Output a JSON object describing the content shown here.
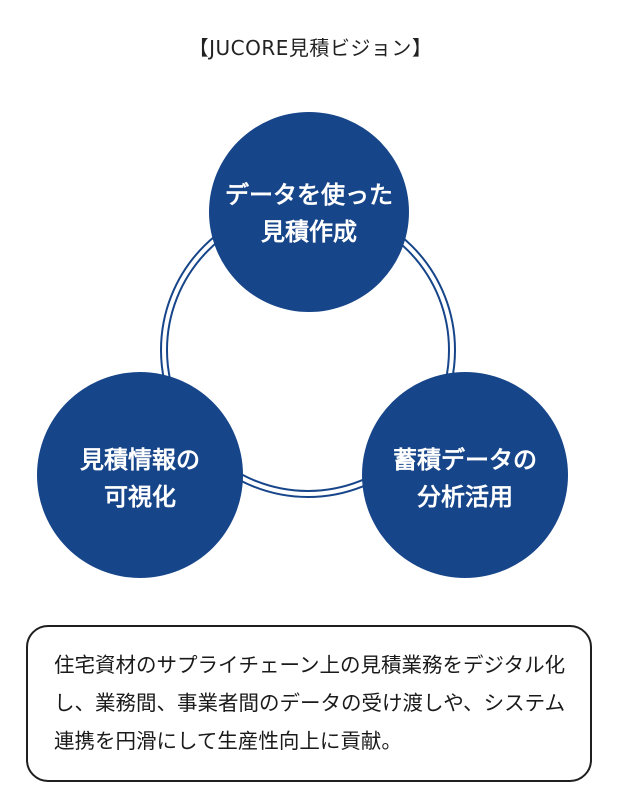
{
  "title": "【JUCORE見積ビジョン】",
  "colors": {
    "circle_fill": "#17458a",
    "ring_stroke": "#17458a",
    "circle_text": "#ffffff",
    "box_border": "#1f1f1f"
  },
  "circles": [
    {
      "line1": "データを使った",
      "line2": "見積作成"
    },
    {
      "line1": "見積情報の",
      "line2": "可視化"
    },
    {
      "line1": "蓄積データの",
      "line2": "分析活用"
    }
  ],
  "description": "住宅資材のサプライチェーン上の見積業務をデジタル化し、業務間、事業者間のデータの受け渡しや、システム連携を円滑にして生産性向上に貢献。"
}
